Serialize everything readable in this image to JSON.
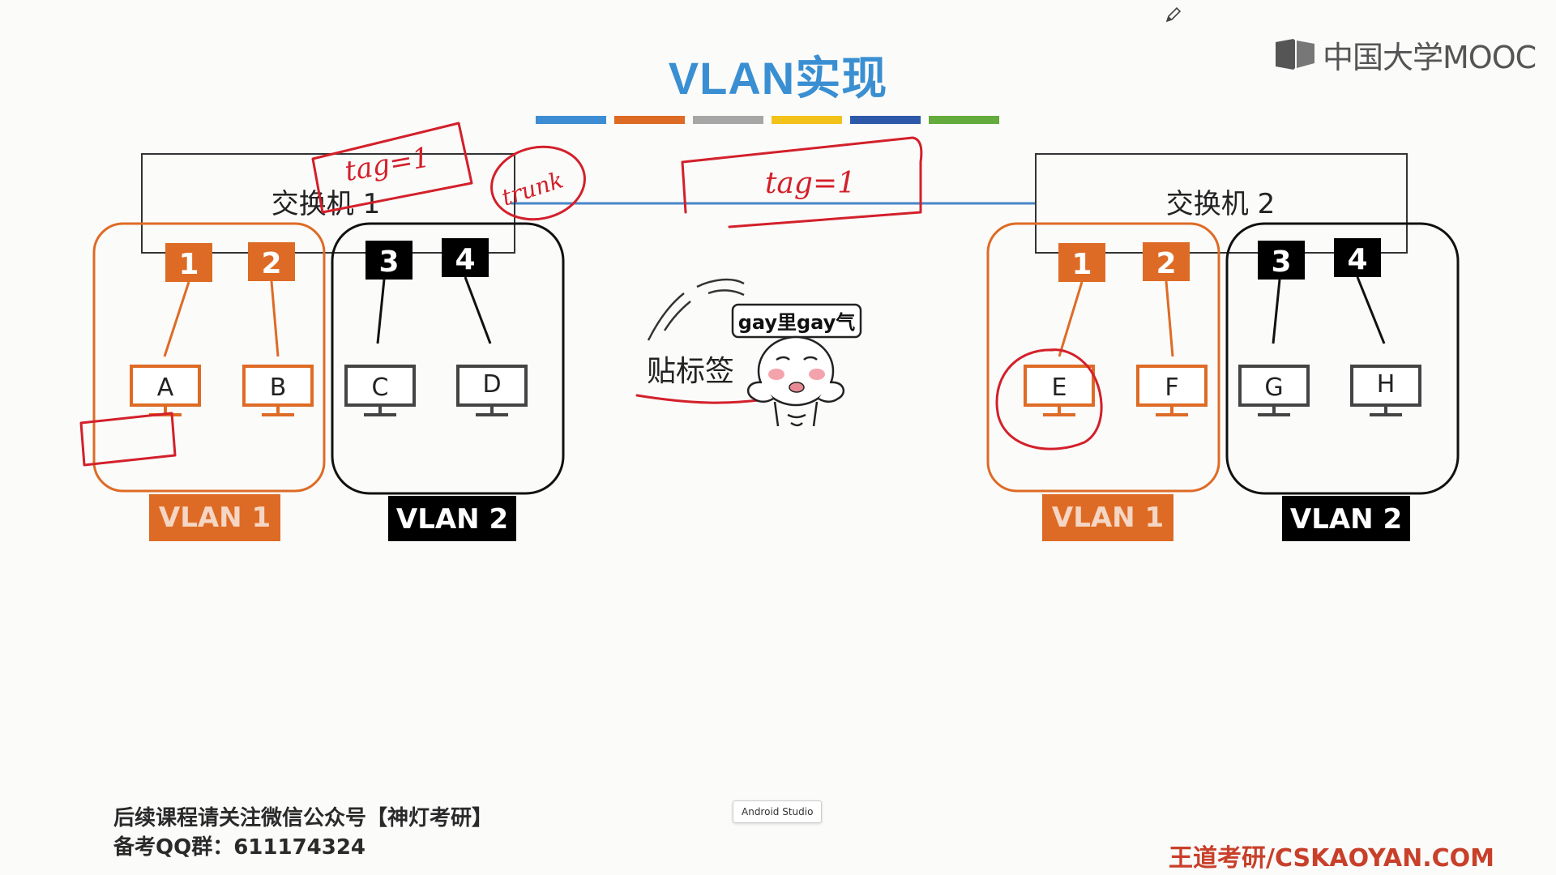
{
  "slide": {
    "title": "VLAN实现",
    "logo_text": "中国大学MOOC",
    "color_bar": [
      "#3c8dd3",
      "#de6b25",
      "#a6a6a6",
      "#f2c21a",
      "#2e59a8",
      "#64aa3c"
    ]
  },
  "switch1": {
    "label": "交换机 1",
    "ports": [
      "1",
      "2",
      "3",
      "4"
    ],
    "hosts": [
      "A",
      "B",
      "C",
      "D"
    ],
    "vlan1_label": "VLAN 1",
    "vlan2_label": "VLAN 2"
  },
  "switch2": {
    "label": "交换机 2",
    "ports": [
      "1",
      "2",
      "3",
      "4"
    ],
    "hosts": [
      "E",
      "F",
      "G",
      "H"
    ],
    "vlan1_label": "VLAN 1",
    "vlan2_label": "VLAN 2"
  },
  "annotations": {
    "trunk": "trunk",
    "tag_left": "tag=1",
    "tag_mid": "tag=1"
  },
  "meme": {
    "caption": "贴标签",
    "bubble": "gay里gay气"
  },
  "footer": {
    "line1": "后续课程请关注微信公众号【神灯考研】",
    "line2": "备考QQ群：611174324",
    "right": "王道考研/CSKAOYAN.COM"
  },
  "tooltip": "Android Studio",
  "colors": {
    "vlan1": "#de6b25",
    "vlan2": "#000000",
    "title": "#3a8fd2",
    "ink": "#d3202a"
  }
}
